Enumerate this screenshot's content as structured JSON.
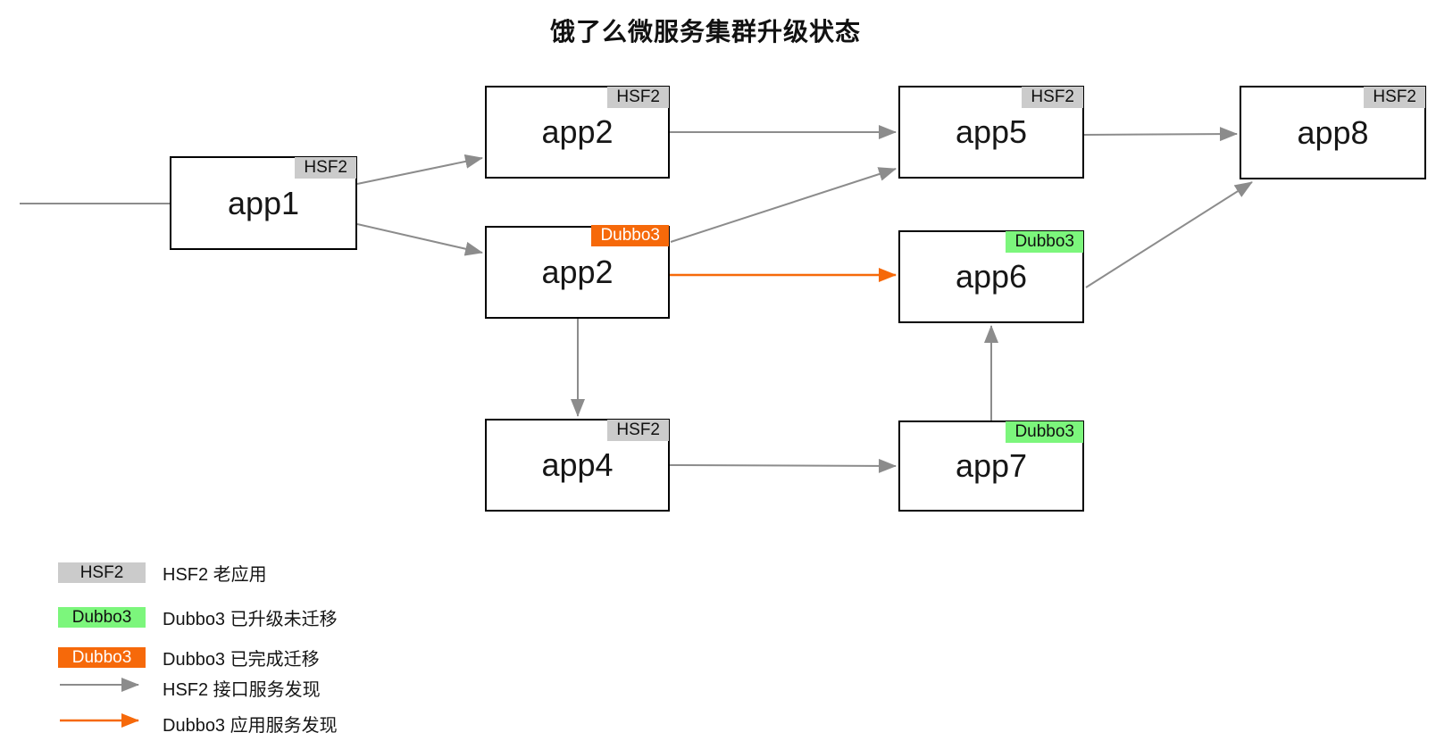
{
  "title": "饿了么微服务集群升级状态",
  "colors": {
    "hsf2_tag": "#CBCBCB",
    "dubbo3_upgraded_tag": "#7CF67C",
    "dubbo3_migrated_tag": "#F6690A",
    "arrow_gray": "#8C8C8C",
    "arrow_orange": "#F6690A",
    "box_border": "#000000",
    "box_bg": "#FFFFFF"
  },
  "nodes": {
    "app1": {
      "label": "app1",
      "tag": "HSF2",
      "tag_type": "hsf2"
    },
    "app2_top": {
      "label": "app2",
      "tag": "HSF2",
      "tag_type": "hsf2"
    },
    "app2_dubbo": {
      "label": "app2",
      "tag": "Dubbo3",
      "tag_type": "dubbo3-migrated"
    },
    "app4": {
      "label": "app4",
      "tag": "HSF2",
      "tag_type": "hsf2"
    },
    "app5": {
      "label": "app5",
      "tag": "HSF2",
      "tag_type": "hsf2"
    },
    "app6": {
      "label": "app6",
      "tag": "Dubbo3",
      "tag_type": "dubbo3-upgraded"
    },
    "app7": {
      "label": "app7",
      "tag": "Dubbo3",
      "tag_type": "dubbo3-upgraded"
    },
    "app8": {
      "label": "app8",
      "tag": "HSF2",
      "tag_type": "hsf2"
    }
  },
  "edges": [
    {
      "from": "external",
      "to": "app1",
      "type": "plain-gray"
    },
    {
      "from": "app1",
      "to": "app2_top",
      "type": "hsf2"
    },
    {
      "from": "app1",
      "to": "app2_dubbo",
      "type": "hsf2"
    },
    {
      "from": "app2_top",
      "to": "app5",
      "type": "hsf2"
    },
    {
      "from": "app2_dubbo",
      "to": "app5",
      "type": "hsf2"
    },
    {
      "from": "app2_dubbo",
      "to": "app6",
      "type": "dubbo3"
    },
    {
      "from": "app2_dubbo",
      "to": "app4",
      "type": "hsf2"
    },
    {
      "from": "app4",
      "to": "app7",
      "type": "hsf2"
    },
    {
      "from": "app7",
      "to": "app6",
      "type": "hsf2"
    },
    {
      "from": "app5",
      "to": "app8",
      "type": "hsf2"
    },
    {
      "from": "app6",
      "to": "app8",
      "type": "hsf2"
    }
  ],
  "legend": {
    "hsf2": {
      "tag": "HSF2",
      "label": "HSF2 老应用"
    },
    "dubbo3_upgraded": {
      "tag": "Dubbo3",
      "label": "Dubbo3 已升级未迁移"
    },
    "dubbo3_migrated": {
      "tag": "Dubbo3",
      "label": "Dubbo3 已完成迁移"
    },
    "hsf2_arrow": {
      "label": "HSF2 接口服务发现"
    },
    "dubbo3_arrow": {
      "label": "Dubbo3 应用服务发现"
    }
  }
}
